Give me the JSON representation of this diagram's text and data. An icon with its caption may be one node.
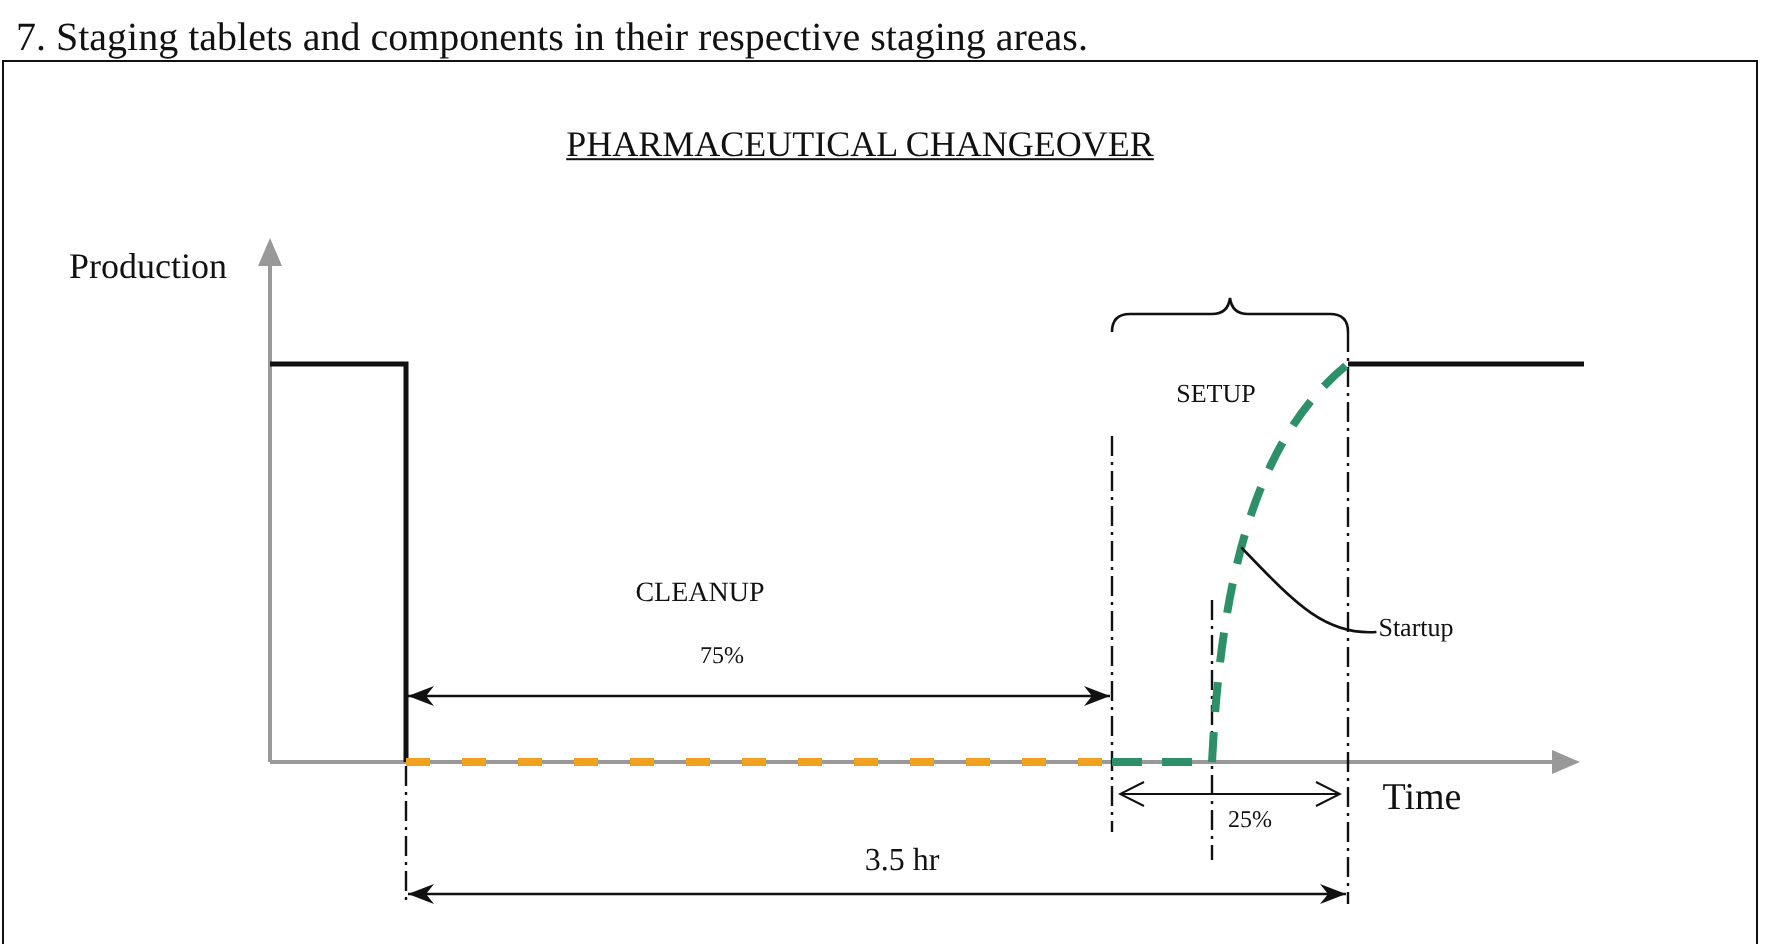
{
  "diagram": {
    "title": "PHARMACEUTICAL CHANGEOVER",
    "nodes": [
      {
        "text": [
          "Startup"
        ]
      },
      {
        "text": [],
        "shape": "curve"
      }
    ],
    "edges": [
      {
        "from": 0,
        "to": 1,
        "arrow": "none"
      }
    ],
    "labels": [
      "7. Staging tablets and components in their respective staging areas.",
      "Production",
      "SETUP",
      "CLEANUP",
      "75%",
      "Time",
      "25%",
      "3.5 hr"
    ]
  }
}
